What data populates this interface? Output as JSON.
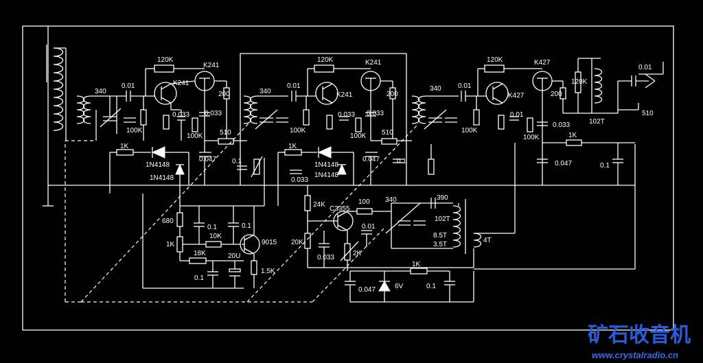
{
  "colors": {
    "background": "#000000",
    "line": "#ffffff",
    "watermark": "#2a5bd8"
  },
  "stage1": {
    "transistor_a": "K241",
    "transistor_b": "K241",
    "bias_res": "120K",
    "cap_coupling": "0.01",
    "tuning_cap": "340",
    "gate_res": "100K",
    "source_cap": "0.033",
    "drain_cap": "0.033",
    "drain_res": "200",
    "source_res": "100K",
    "out_res": "510",
    "bypass_cap": "0.047",
    "agc_res": "1K",
    "diode_a": "1N4148",
    "diode_b": "1N4148",
    "stage_cap": "0.1"
  },
  "stage2": {
    "transistor_a": "K241",
    "transistor_b": "K241",
    "bias_res": "120K",
    "cap_coupling": "0.01",
    "tuning_cap": "340",
    "gate_res": "100K",
    "source_cap": "0.033",
    "drain_cap": "0.033",
    "drain_res": "200",
    "source_res": "100K",
    "out_res": "510",
    "bypass_cap": "0.047",
    "agc_res": "1K",
    "diode_a": "1N4148",
    "diode_b": "1N4148",
    "stage_cap": "0.1",
    "low_cap": "0.033"
  },
  "stage3": {
    "transistor_a": "K427",
    "transistor_b": "K427",
    "bias_res": "120K",
    "bias_res2": "120K",
    "cap_coupling": "0.01",
    "tuning_cap": "340",
    "gate_res": "100K",
    "source_cap": "0.01",
    "drain_cap": "0.033",
    "drain_res": "200",
    "source_res": "100K",
    "coil": "102T",
    "out_cap": "0.01",
    "out_res": "510",
    "agc_res": "1K",
    "bypass_cap": "0.047",
    "stage_cap": "0.1"
  },
  "audio": {
    "res_top": "680",
    "pot": "1K",
    "cap_a": "0.1",
    "cap_b": "0.1",
    "res_base": "10K",
    "transistor": "9015",
    "res_feedback": "18K",
    "elec_cap": "20U",
    "cap_c": "0.1",
    "res_emitter": "1.5K"
  },
  "oscillator": {
    "res_upper": "24K",
    "res_lower": "20K",
    "transistor": "C3355",
    "res_collector": "100",
    "tuning_cap": "340",
    "cap_coil": "390",
    "cap_coupling": "0.01",
    "coil_main": "102T",
    "tap_a": "8.5T",
    "tap_b": "3.5T",
    "coil_link": "4T",
    "cap_emitter": "0.033",
    "pot": "2K"
  },
  "power": {
    "res": "1K",
    "cap_a": "0.047",
    "zener": "6V",
    "cap_b": "0.1"
  },
  "watermark": {
    "text": "矿石收音机",
    "url": "www.crystalradio.cn"
  }
}
